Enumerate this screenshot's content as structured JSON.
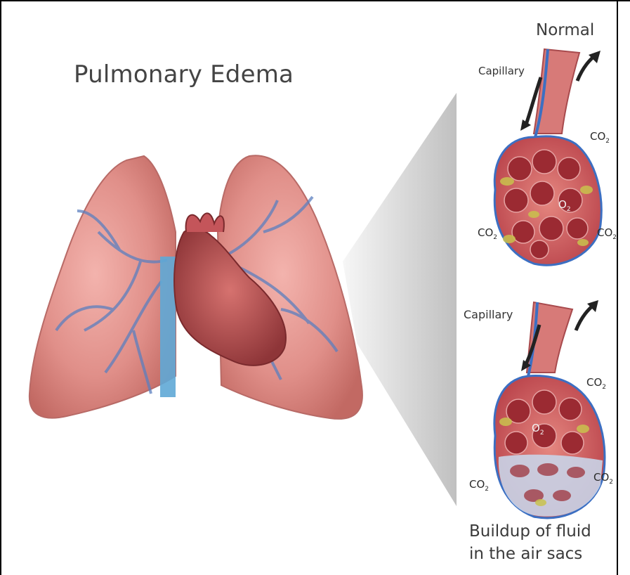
{
  "title": "Pulmonary Edema",
  "normal_panel": {
    "heading": "Normal",
    "capillary_label": "Capillary",
    "gas_labels": [
      "CO",
      "CO",
      "CO",
      "O"
    ],
    "gas_subscript": "2"
  },
  "edema_panel": {
    "capillary_label": "Capillary",
    "gas_labels": [
      "CO",
      "CO",
      "CO",
      "O"
    ],
    "gas_subscript": "2",
    "caption_line1": "Buildup of fluid",
    "caption_line2": "in the air sacs"
  },
  "colors": {
    "lung": "#e3908c",
    "lung_dark": "#c86e6c",
    "vessel_blue": "#5b86c8",
    "alveolus": "#b4373f",
    "fluid": "#c9d4e8",
    "yellow": "#c9c24d"
  }
}
